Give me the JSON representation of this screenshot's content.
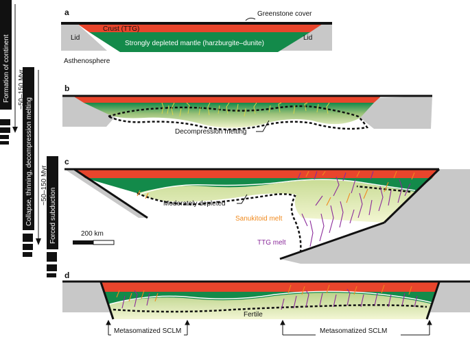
{
  "panels": {
    "a": {
      "letter": "a",
      "greenstone_cover": "Greenstone cover",
      "crust": "Crust (TTG)",
      "lid_left": "Lid",
      "lid_right": "Lid",
      "mantle": "Strongly depleted mantle (harzburgite–dunite)",
      "asthenosphere": "Asthenosphere"
    },
    "b": {
      "letter": "b",
      "decompression": "Decompression melting"
    },
    "c": {
      "letter": "c",
      "moderately_depleted": "Moderately depleted",
      "sanukitoid": "Sanukitoid melt",
      "ttg_melt": "TTG melt",
      "scale": "200 km"
    },
    "d": {
      "letter": "d",
      "fertile": "Fertile",
      "sclm_left": "Metasomatized SCLM",
      "sclm_right": "Metasomatized SCLM"
    }
  },
  "timeline": {
    "bar1": "Formation of continent",
    "bar2": "Collapse, thinning, decompression melting",
    "bar3": "Forced subduction",
    "time1": "~50–150 Myr",
    "time2": "~50–150 Myr"
  },
  "colors": {
    "crust": "#e8452c",
    "mantle": "#138a4a",
    "lid": "#c8c8c8",
    "fertile": "#eaf0b8",
    "sanukitoid": "#f08a1e",
    "ttg": "#8a2a9a",
    "black": "#111111"
  }
}
